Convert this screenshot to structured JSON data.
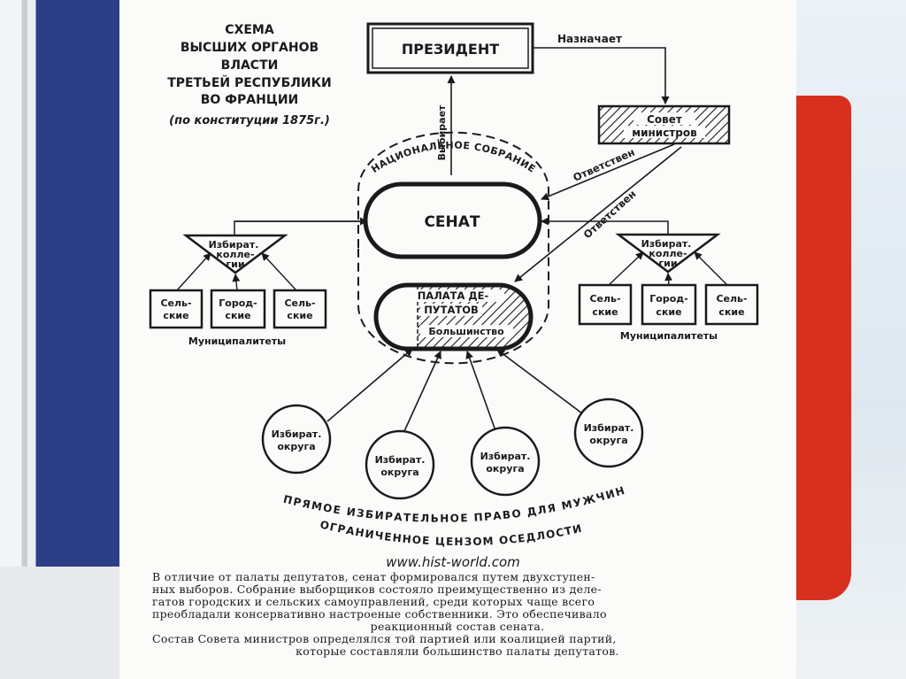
{
  "title": {
    "lines": [
      "СХЕМА",
      "ВЫСШИХ ОРГАНОВ",
      "ВЛАСТИ",
      "ТРЕТЬЕЙ РЕСПУБЛИКИ",
      "ВО ФРАНЦИИ"
    ],
    "subtitle": "(по конституции 1875г.)"
  },
  "nodes": {
    "president": "ПРЕЗИДЕНТ",
    "council_line1": "Совет",
    "council_line2": "министров",
    "national_assembly": "НАЦИОНАЛЬНОЕ СОБРАНИЕ",
    "senate": "СЕНАТ",
    "chamber_line1": "ПАЛАТА ДЕ-",
    "chamber_line2": "ПУТАТОВ",
    "majority": "Большинство",
    "college_line1": "Избират.",
    "college_line2": "колле-",
    "college_line3": "гии",
    "rural_line1": "Сель-",
    "rural_line2": "ские",
    "urban_line1": "Город-",
    "urban_line2": "ские",
    "municipalities": "Муниципалитеты",
    "district_line1": "Избират.",
    "district_line2": "округа"
  },
  "labels": {
    "appoints": "Назначает",
    "elects": "Выбирает",
    "responsible": "Ответствен"
  },
  "suffrage": {
    "line1": "ПРЯМОЕ ИЗБИРАТЕЛЬНОЕ ПРАВО ДЛЯ МУЖЧИН",
    "line2": "ОГРАНИЧЕННОЕ ЦЕНЗОМ ОСЕДЛОСТИ"
  },
  "watermark": "www.hist-world.com",
  "caption": {
    "lines": [
      "В отличие от палаты депутатов, сенат формировался путем двухступен-",
      "ных выборов. Собрание выборщиков состояло преимущественно из деле-",
      "гатов городских и сельских самоуправлений, среди которых чаще всего",
      "преобладали консервативно настроеные собственники. Это обеспечивало",
      "реакционный состав сената.",
      "Состав Совета министров определялся той партией или коалицией партий,",
      "которые составляли большинство палаты депутатов."
    ]
  },
  "colors": {
    "ink": "#1a1a1a",
    "flag_blue": "#2c3f86",
    "flag_red": "#d8301f",
    "paper": "#fbfbf9"
  }
}
